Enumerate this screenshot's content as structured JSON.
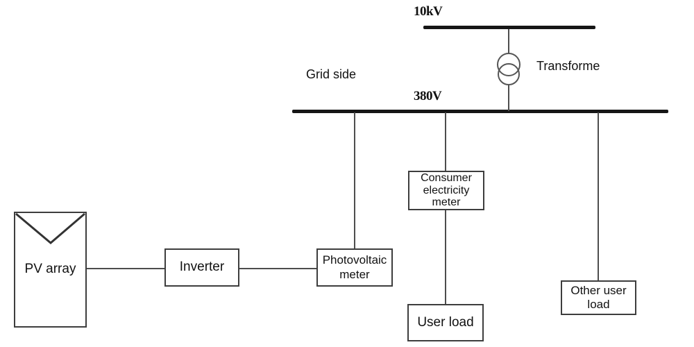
{
  "diagram": {
    "labels": {
      "hv_bus_voltage": "10kV",
      "lv_bus_voltage": "380V",
      "grid_side": "Grid side",
      "transformer": "Transforme"
    },
    "nodes": {
      "pv_array": "PV array",
      "inverter": "Inverter",
      "pv_meter": "Photovoltaic meter",
      "consumer_meter": "Consumer electricity meter",
      "user_load": "User load",
      "other_user_load": "Other user load"
    },
    "icons": {
      "transformer": "two-overlapping-circles",
      "pv_panel": "downward-chevron"
    },
    "colors": {
      "background": "#ffffff",
      "bus_line": "#161616",
      "wire": "#4d4d4d",
      "box_border": "#3d3d3d",
      "text": "#111111"
    }
  }
}
